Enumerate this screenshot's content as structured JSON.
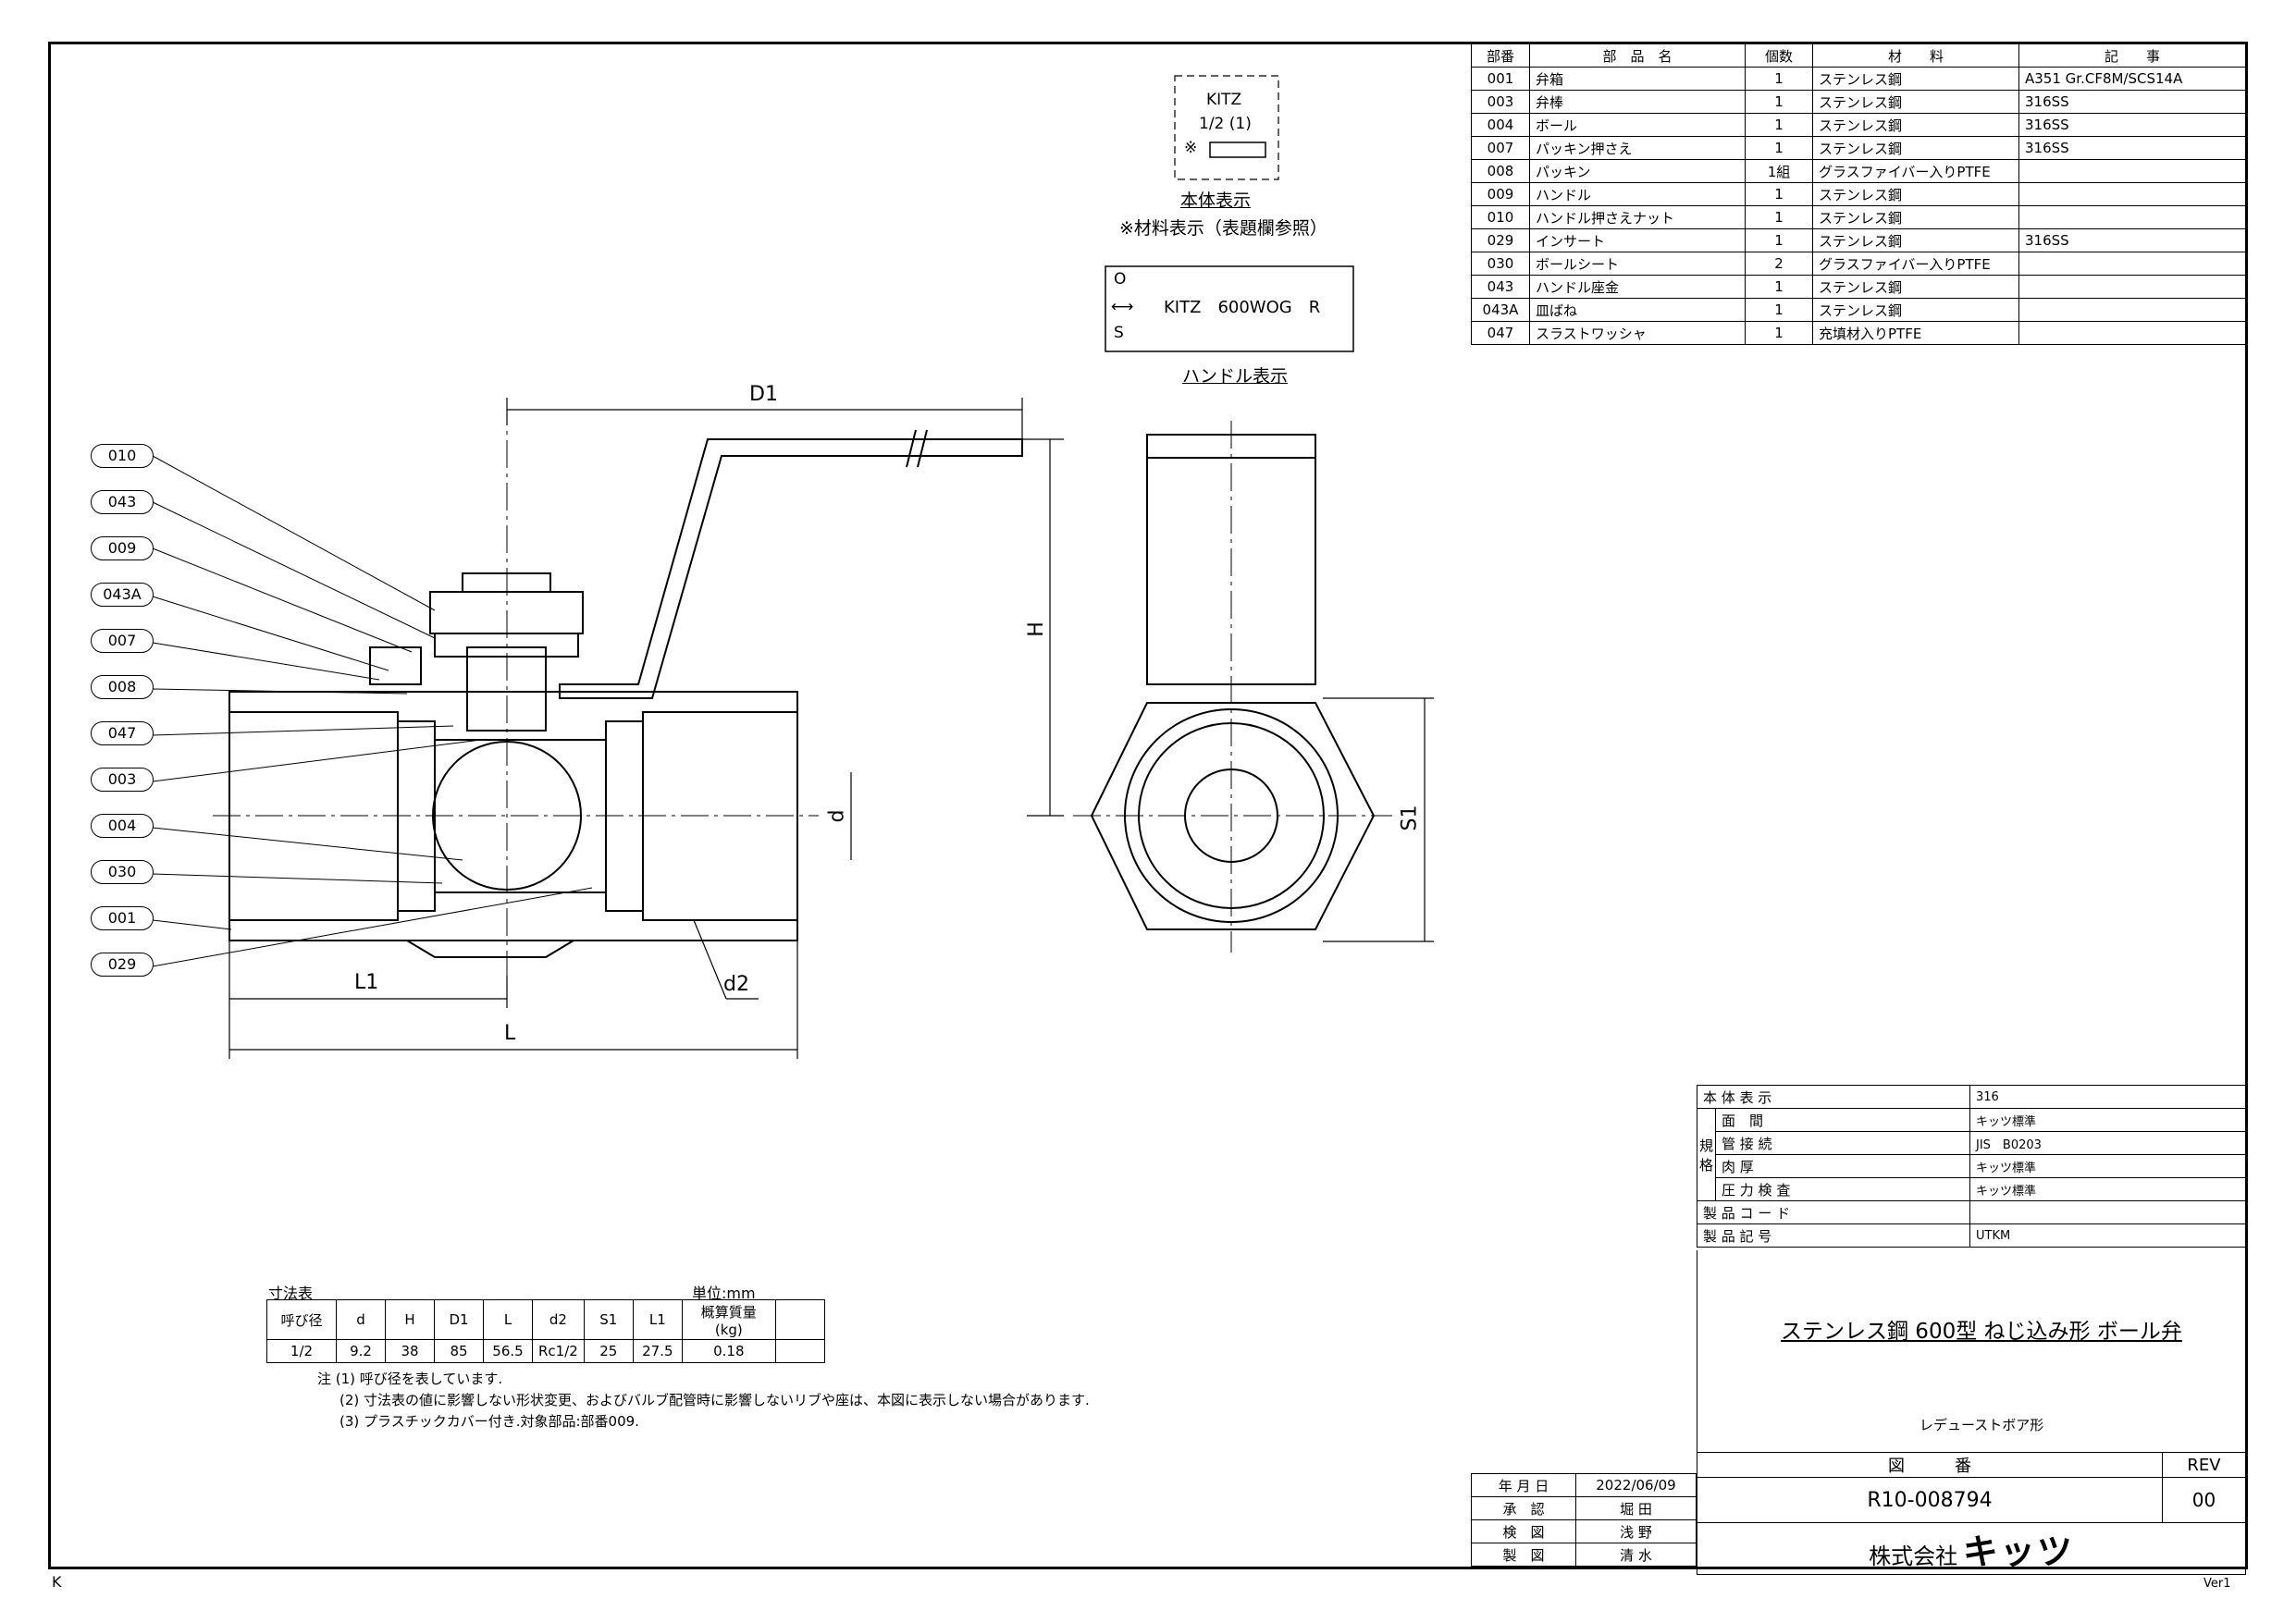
{
  "parts_table": {
    "headers": [
      "部番",
      "部　品　名",
      "個数",
      "材　　料",
      "記　　事"
    ],
    "rows": [
      [
        "001",
        "弁箱",
        "1",
        "ステンレス鋼",
        "A351 Gr.CF8M/SCS14A"
      ],
      [
        "003",
        "弁棒",
        "1",
        "ステンレス鋼",
        "316SS"
      ],
      [
        "004",
        "ボール",
        "1",
        "ステンレス鋼",
        "316SS"
      ],
      [
        "007",
        "パッキン押さえ",
        "1",
        "ステンレス鋼",
        "316SS"
      ],
      [
        "008",
        "パッキン",
        "1組",
        "グラスファイバー入りPTFE",
        ""
      ],
      [
        "009",
        "ハンドル",
        "1",
        "ステンレス鋼",
        ""
      ],
      [
        "010",
        "ハンドル押さえナット",
        "1",
        "ステンレス鋼",
        ""
      ],
      [
        "029",
        "インサート",
        "1",
        "ステンレス鋼",
        "316SS"
      ],
      [
        "030",
        "ボールシート",
        "2",
        "グラスファイバー入りPTFE",
        ""
      ],
      [
        "043",
        "ハンドル座金",
        "1",
        "ステンレス鋼",
        ""
      ],
      [
        "043A",
        "皿ばね",
        "1",
        "ステンレス鋼",
        ""
      ],
      [
        "047",
        "スラストワッシャ",
        "1",
        "充填材入りPTFE",
        ""
      ]
    ]
  },
  "body_marking": {
    "line1": "KITZ",
    "line2": "1/2 (1)",
    "line3": "※",
    "caption": "本体表示",
    "note": "※材料表示（表題欄参照）"
  },
  "handle_marking": {
    "s": "S",
    "o": "O",
    "arrow": "⟷",
    "text": "KITZ　600WOG　R",
    "caption": "ハンドル表示"
  },
  "callouts": [
    "010",
    "043",
    "009",
    "043A",
    "007",
    "008",
    "047",
    "003",
    "004",
    "030",
    "001",
    "029"
  ],
  "dim_labels": {
    "D1": "D1",
    "H": "H",
    "d": "d",
    "d2": "d2",
    "L1": "L1",
    "L": "L",
    "S1": "S1"
  },
  "dim_table": {
    "title": "寸法表",
    "unit": "単位:mm",
    "headers": [
      "呼び径",
      "d",
      "H",
      "D1",
      "L",
      "d2",
      "S1",
      "L1",
      "概算質量\n(kg)",
      ""
    ],
    "row": [
      "1/2",
      "9.2",
      "38",
      "85",
      "56.5",
      "Rc1/2",
      "25",
      "27.5",
      "0.18",
      ""
    ],
    "notes": [
      "注 (1) 呼び径を表しています.",
      "(2) 寸法表の値に影響しない形状変更、およびバルブ配管時に影響しないリブや座は、本図に表示しない場合があります.",
      "(3) プラスチックカバー付き.対象部品:部番009."
    ]
  },
  "spec_table": {
    "side_label": "規\n格",
    "rows": [
      [
        "本 体 表 示",
        "316"
      ],
      [
        "面　間",
        "キッツ標準"
      ],
      [
        "管 接 続",
        "JIS　B0203"
      ],
      [
        "肉 厚",
        "キッツ標準"
      ],
      [
        "圧 力 検 査",
        "キッツ標準"
      ],
      [
        "製 品 コ ー ド",
        ""
      ],
      [
        "製 品 記 号",
        "UTKM"
      ]
    ]
  },
  "title_block": {
    "title": "ステンレス鋼 600型 ねじ込み形 ボール弁",
    "subtitle": "レデューストボア形",
    "drawing_no_label": "図　　　番",
    "rev_label": "REV",
    "drawing_no": "R10-008794",
    "rev": "00",
    "company": "株式会社",
    "logo": "キッツ",
    "approvals": [
      [
        "年 月 日",
        "2022/06/09"
      ],
      [
        "承　認",
        "堀 田"
      ],
      [
        "検　図",
        "浅 野"
      ],
      [
        "製　図",
        "清 水"
      ]
    ]
  },
  "version": "Ver1",
  "corner_mark": "K"
}
